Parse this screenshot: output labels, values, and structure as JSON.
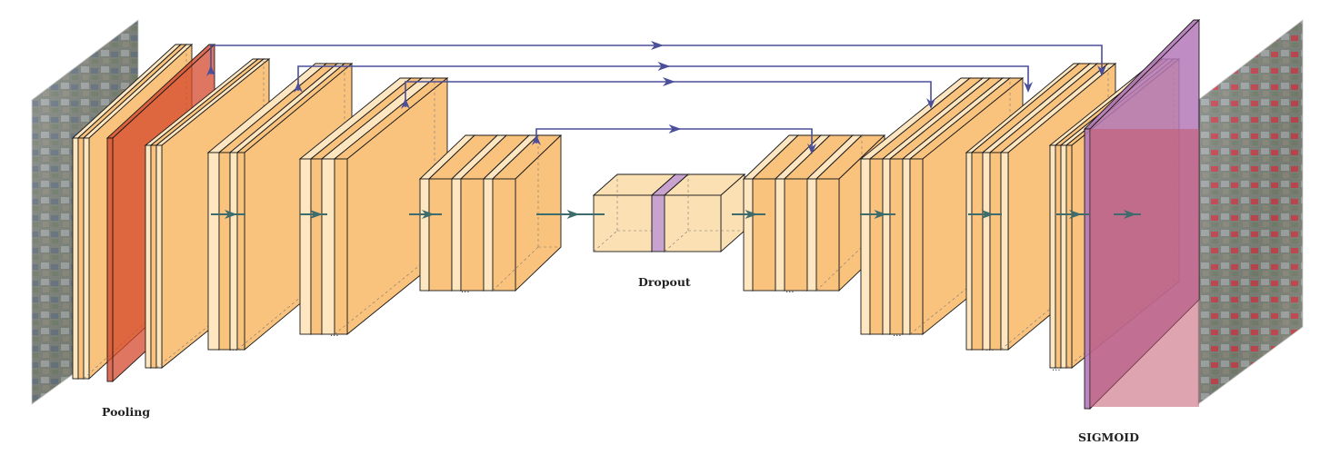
{
  "labels": {
    "pooling": "Pooling",
    "dropout": "Dropout",
    "sigmoid": "SIGMOID",
    "ellipsis": "..."
  },
  "colors": {
    "conv_fill": "#f9c27d",
    "conv_light": "#fde6c0",
    "conv_edge": "#1a1a1a",
    "pool_fill": "#d4482c",
    "skip_arrow": "#4b4f9a",
    "flow_arrow": "#3e6b6b",
    "dropout_fill": "#fbe0b4",
    "dropout_purple": "#c9a3cf",
    "sigmoid_fill": "#b479b8"
  },
  "icons": {
    "input_image": "aerial-photo-image",
    "output_image": "segmented-aerial-photo-image"
  }
}
